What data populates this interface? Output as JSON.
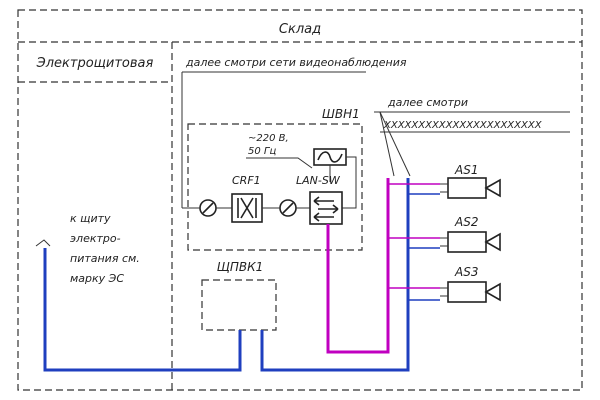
{
  "colors": {
    "power_cable": "#1f3fbf",
    "network_cable": "#c000c0",
    "lines": "#333333"
  },
  "zones": {
    "warehouse": "Склад",
    "electrical_room": "Электрощитовая"
  },
  "notes": {
    "video_network": "далее смотри сети видеонаблюдения",
    "see_further": "далее смотри",
    "see_further_ref": "XXXXXXXXXXXXXXXXXXXXXXX",
    "power_panel": [
      "к щиту",
      "электро-",
      "питания см.",
      "марку ЭС"
    ],
    "voltage_line1": "~220 В,",
    "voltage_line2": "50 Гц"
  },
  "cabinets": {
    "video_cabinet": "ШВН1",
    "power_cabinet": "ЩПВК1"
  },
  "devices": {
    "protector": "CRF1",
    "switch": "LAN-SW"
  },
  "cameras": [
    "AS1",
    "AS2",
    "AS3"
  ]
}
